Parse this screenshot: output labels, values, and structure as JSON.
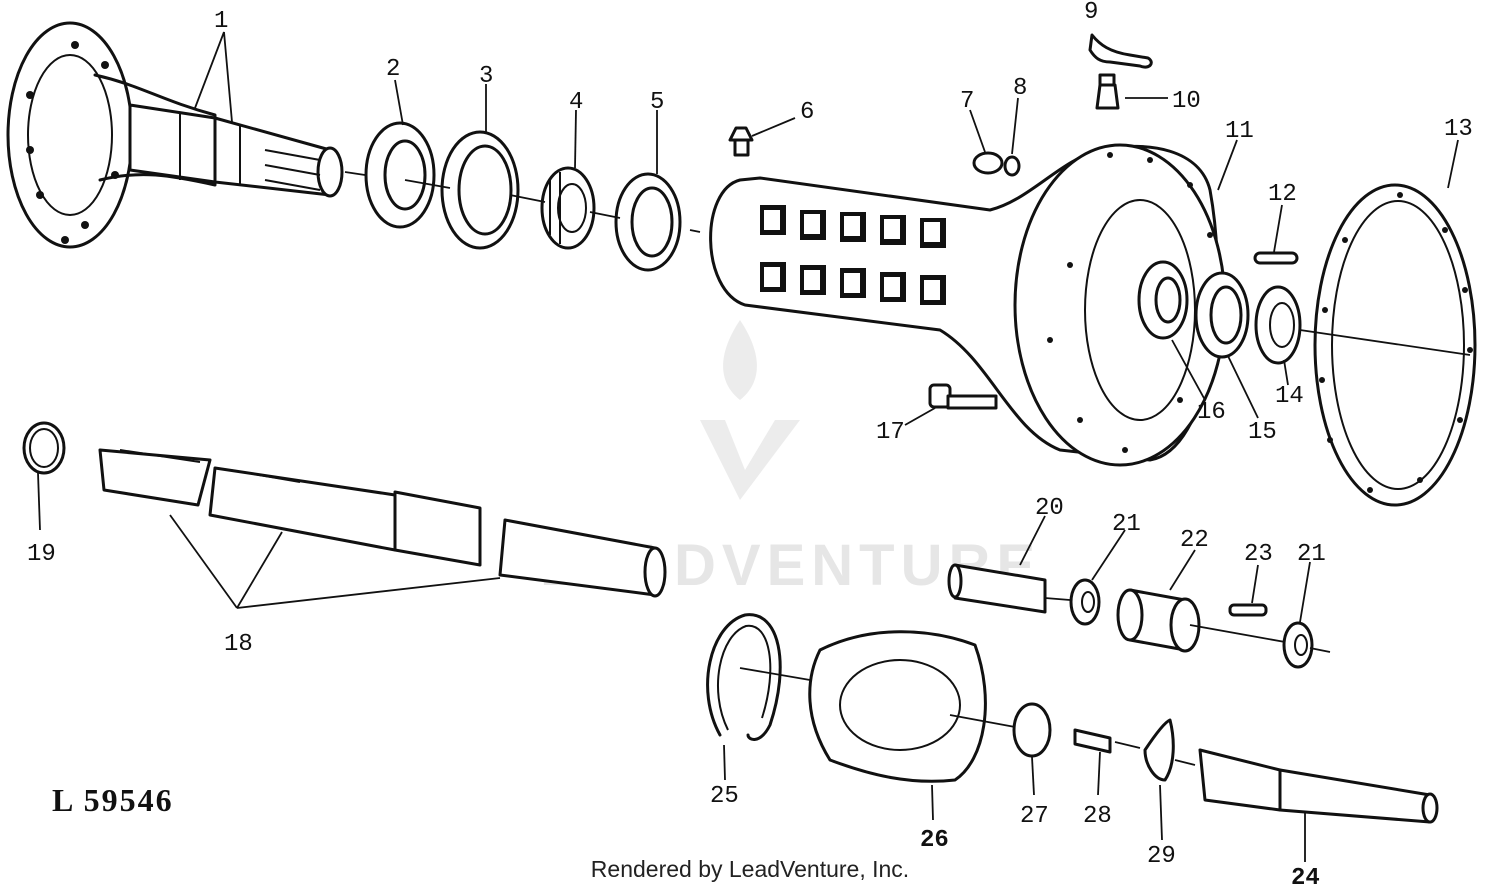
{
  "diagram": {
    "figure_code": "L 59546",
    "footer": "Rendered by LeadVenture, Inc.",
    "watermark": "LEADVENTURE",
    "callouts": [
      {
        "id": "c1",
        "text": "1"
      },
      {
        "id": "c2",
        "text": "2"
      },
      {
        "id": "c3",
        "text": "3"
      },
      {
        "id": "c4",
        "text": "4"
      },
      {
        "id": "c5",
        "text": "5"
      },
      {
        "id": "c6",
        "text": "6"
      },
      {
        "id": "c7",
        "text": "7"
      },
      {
        "id": "c8",
        "text": "8"
      },
      {
        "id": "c9",
        "text": "9"
      },
      {
        "id": "c10",
        "text": "10"
      },
      {
        "id": "c11",
        "text": "11"
      },
      {
        "id": "c12",
        "text": "12"
      },
      {
        "id": "c13",
        "text": "13"
      },
      {
        "id": "c14",
        "text": "14"
      },
      {
        "id": "c15",
        "text": "15"
      },
      {
        "id": "c16",
        "text": "16"
      },
      {
        "id": "c17",
        "text": "17"
      },
      {
        "id": "c18",
        "text": "18"
      },
      {
        "id": "c19",
        "text": "19"
      },
      {
        "id": "c20",
        "text": "20"
      },
      {
        "id": "c21a",
        "text": "21"
      },
      {
        "id": "c21b",
        "text": "21"
      },
      {
        "id": "c22",
        "text": "22"
      },
      {
        "id": "c23",
        "text": "23"
      },
      {
        "id": "c24",
        "text": "24"
      },
      {
        "id": "c25",
        "text": "25"
      },
      {
        "id": "c26",
        "text": "26"
      },
      {
        "id": "c27",
        "text": "27"
      },
      {
        "id": "c28",
        "text": "28"
      },
      {
        "id": "c29",
        "text": "29"
      }
    ]
  }
}
